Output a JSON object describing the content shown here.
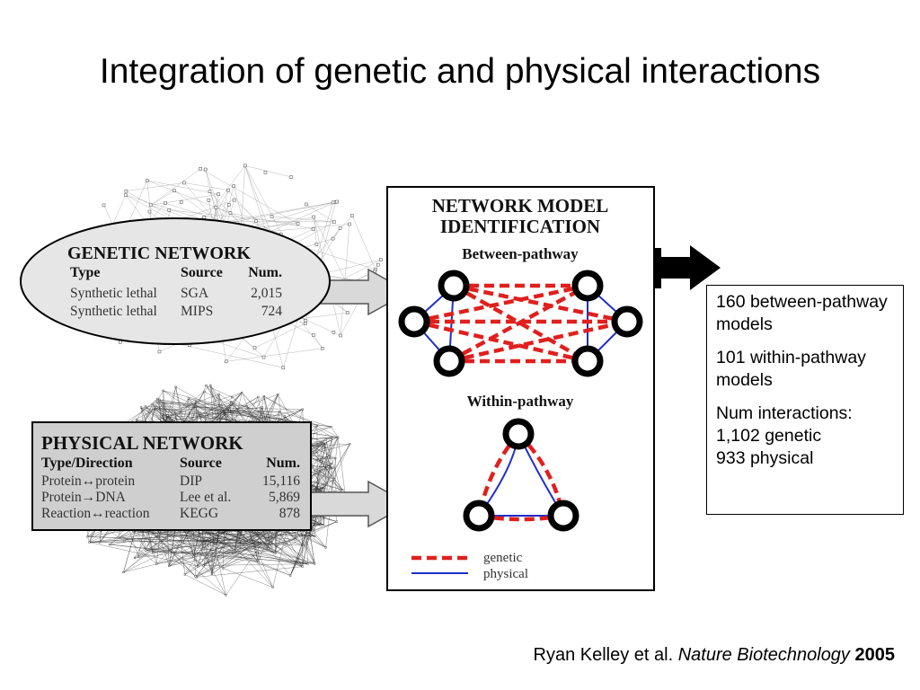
{
  "title": "Integration of genetic and physical interactions",
  "genetic_network": {
    "heading": "GENETIC NETWORK",
    "col_type": "Type",
    "col_source": "Source",
    "col_num": "Num.",
    "rows": [
      {
        "type": "Synthetic lethal",
        "source": "SGA",
        "num": "2,015"
      },
      {
        "type": "Synthetic lethal",
        "source": "MIPS",
        "num": "724"
      }
    ]
  },
  "physical_network": {
    "heading": "PHYSICAL NETWORK",
    "col_type": "Type/Direction",
    "col_source": "Source",
    "col_num": "Num.",
    "rows": [
      {
        "type": "Protein↔protein",
        "source": "DIP",
        "num": "15,116"
      },
      {
        "type": "Protein→DNA",
        "source": "Lee et al.",
        "num": "5,869"
      },
      {
        "type": "Reaction↔reaction",
        "source": "KEGG",
        "num": "878"
      }
    ]
  },
  "model_panel": {
    "heading_line1": "NETWORK MODEL",
    "heading_line2": "IDENTIFICATION",
    "between_label": "Between-pathway",
    "within_label": "Within-pathway",
    "legend_genetic": "genetic",
    "legend_physical": "physical"
  },
  "summary": {
    "line1": "160 between-pathway models",
    "line2": "101 within-pathway models",
    "line3a": "Num interactions:",
    "line3b": "1,102 genetic",
    "line3c": "933 physical"
  },
  "citation": {
    "authors": "Ryan Kelley et al.",
    "journal": "Nature Biotechnology",
    "year": "2005"
  },
  "colors": {
    "genetic": "#e0201e",
    "physical": "#1f2fc8",
    "ellipse_fill": "#e6e6e6",
    "box_fill": "#cfcfcf"
  }
}
